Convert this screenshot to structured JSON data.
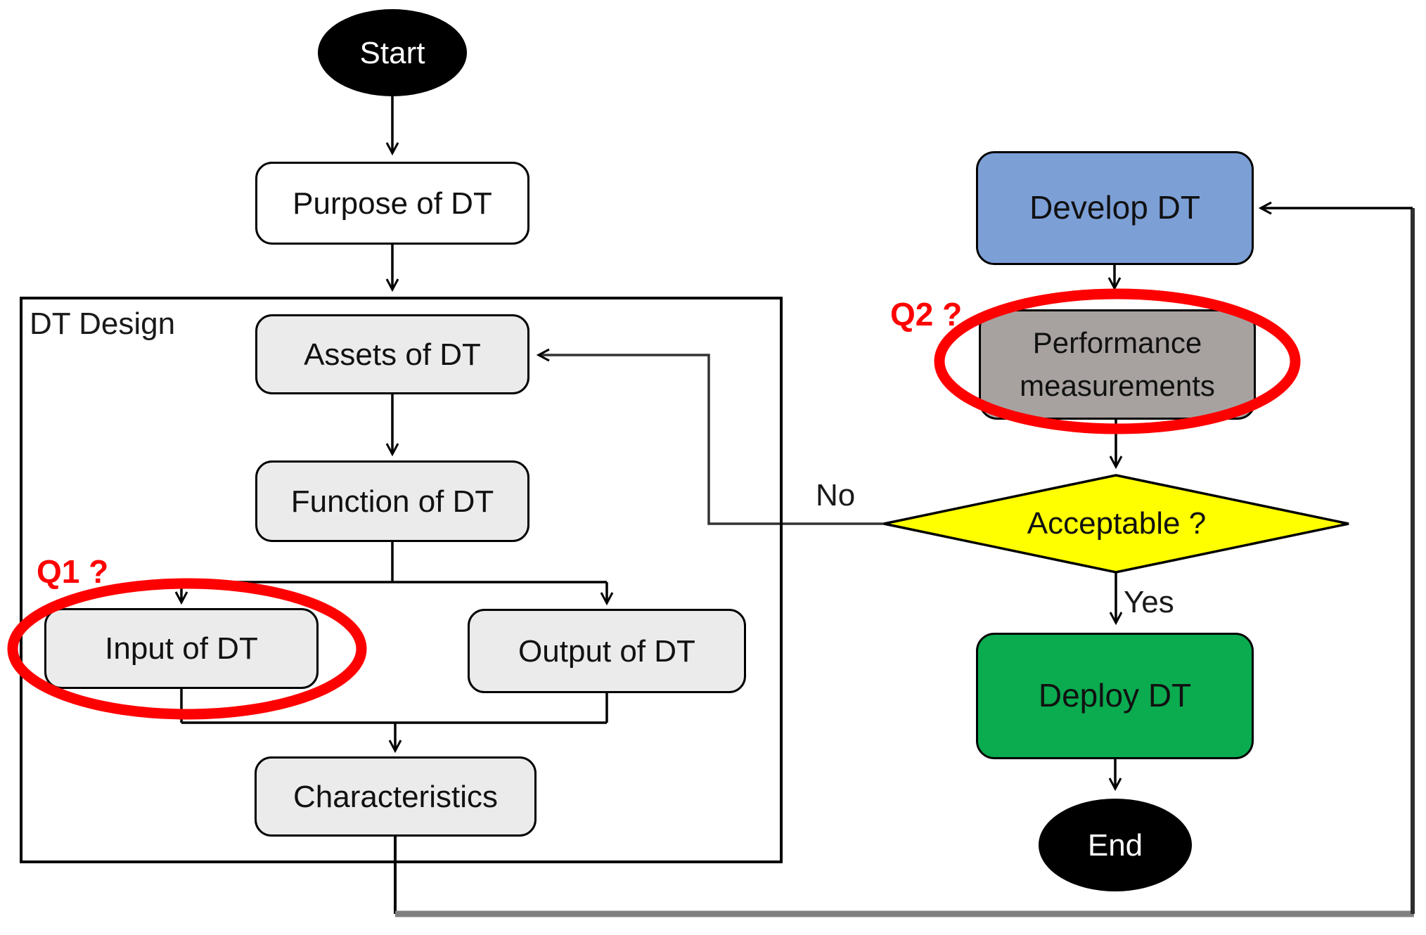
{
  "diagram": {
    "nodes": {
      "start": "Start",
      "purpose": "Purpose of DT",
      "dt_design": "DT Design",
      "assets": "Assets of DT",
      "function": "Function of DT",
      "input": "Input of DT",
      "output": "Output of DT",
      "characteristics": "Characteristics",
      "develop": "Develop DT",
      "performance_line1": "Performance",
      "performance_line2": "measurements",
      "acceptable": "Acceptable ?",
      "deploy": "Deploy DT",
      "end": "End"
    },
    "labels": {
      "q1": "Q1 ?",
      "q2": "Q2 ?",
      "no": "No",
      "yes": "Yes"
    },
    "colors": {
      "develop_fill": "#7C9FD6",
      "performance_fill": "#A7A2A0",
      "acceptable_fill": "#FFFF00",
      "deploy_fill": "#0BAB50",
      "process_fill": "#EBEBEB",
      "terminal_fill": "#000000",
      "highlight_red": "#FF0000",
      "feedback_gray": "#808080",
      "line_black": "#000000"
    }
  }
}
